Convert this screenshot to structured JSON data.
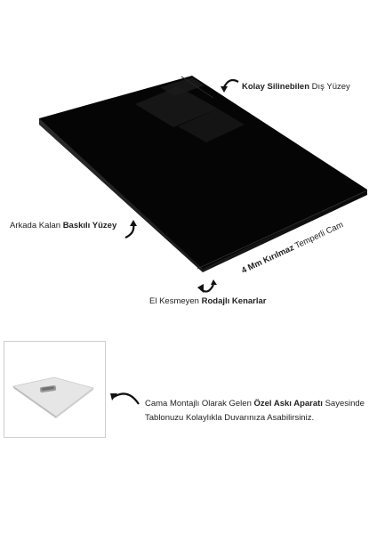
{
  "labels": {
    "top_right": {
      "bold": "Kolay Silinebilen",
      "rest": " Dış Yüzey"
    },
    "left": {
      "plain": "Arkada Kalan ",
      "bold": "Baskılı Yüzey"
    },
    "edge": {
      "bold": "4 Mm Kırılmaz",
      "rest": " Temperli Cam"
    },
    "bottom": {
      "plain": "El Kesmeyen ",
      "bold": "Rodajlı Kenarlar"
    }
  },
  "inset": {
    "line1_plain": "Cama Montajlı Olarak Gelen ",
    "line1_bold": "Özel Askı Aparatı",
    "line1_rest": " Sayesinde",
    "line2": "Tablonuzu Kolaylıkla Duvarınıza Asabilirsiniz."
  },
  "colors": {
    "glass": "#050505",
    "edge": "#1a1a1a",
    "arrow": "#111111",
    "inset_border": "#cfcfcf"
  },
  "icons": [
    "curved-arrow-icon",
    "curved-arrow-icon",
    "curved-arrow-icon",
    "curved-arrow-icon",
    "hanger-plate-icon"
  ]
}
